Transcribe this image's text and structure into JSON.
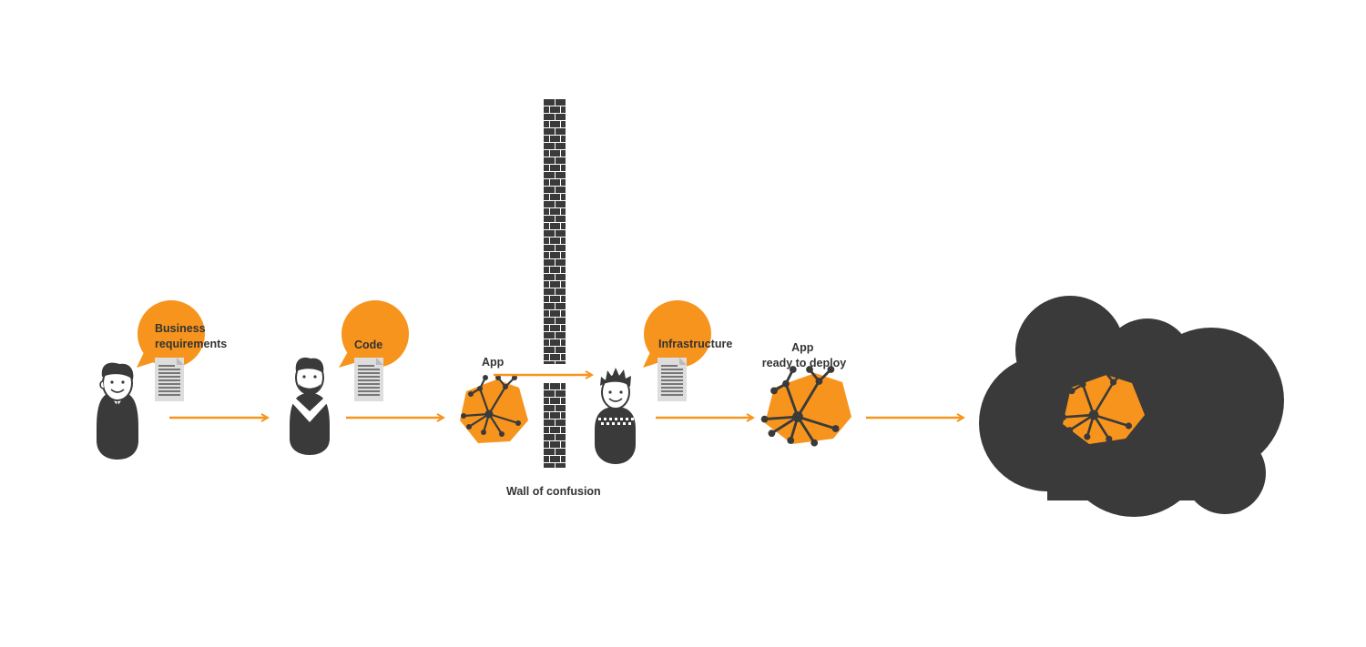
{
  "colors": {
    "accent": "#f7941d",
    "dark": "#3a3a3a",
    "paper": "#dddddd",
    "paper_lines": "#555555"
  },
  "labels": {
    "business_requirements": [
      "Business",
      "requirements"
    ],
    "code": "Code",
    "app": "App",
    "infrastructure": "Infrastructure",
    "app_ready": [
      "App",
      "ready to deploy"
    ],
    "wall": "Wall of confusion"
  },
  "icons": {
    "business_person": "business-person-icon",
    "developer": "developer-icon",
    "ops_person": "ops-person-icon",
    "app_blob": "app-network-icon",
    "document": "document-icon",
    "wall": "brick-wall-icon",
    "cloud": "cloud-icon"
  }
}
